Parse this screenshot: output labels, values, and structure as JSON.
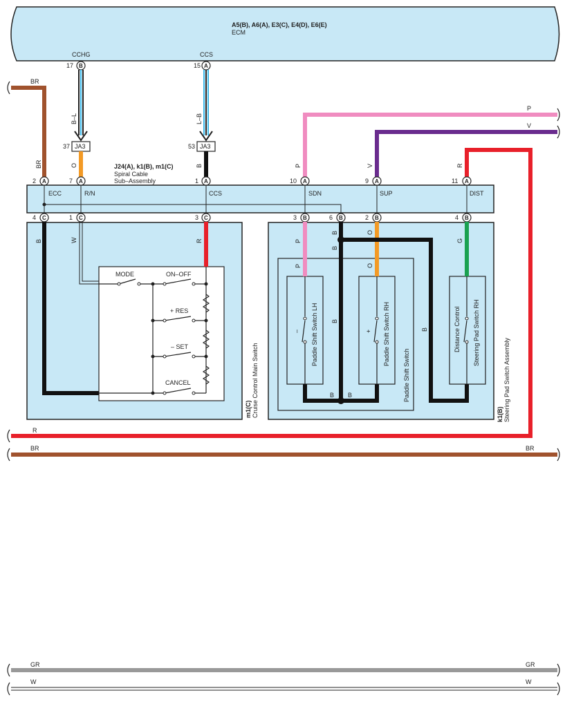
{
  "ecm": {
    "connectors": "A5(B), A6(A), E3(C), E4(D), E6(E)",
    "name": "ECM",
    "pin_cchg": {
      "label": "CCHG",
      "num": "17",
      "conn": "B",
      "wire": "B–L"
    },
    "pin_ccs": {
      "label": "CCS",
      "num": "15",
      "conn": "A",
      "wire": "L–B"
    }
  },
  "junction": {
    "id": "JA3",
    "left_num": "37",
    "right_num": "53"
  },
  "spiral": {
    "title": "J24(A), k1(B), m1(C)",
    "name_line1": "Spiral Cable",
    "name_line2": "Sub–Assembly",
    "top_pins": [
      {
        "num": "2",
        "conn": "A",
        "label": "ECC",
        "wire": "BR"
      },
      {
        "num": "7",
        "conn": "A",
        "label": "R/N",
        "wire": "O"
      },
      {
        "num": "1",
        "conn": "A",
        "label": "CCS",
        "wire": "B"
      },
      {
        "num": "10",
        "conn": "A",
        "label": "SDN",
        "wire": "P"
      },
      {
        "num": "9",
        "conn": "A",
        "label": "SUP",
        "wire": "V"
      },
      {
        "num": "11",
        "conn": "A",
        "label": "DIST",
        "wire": "R"
      }
    ],
    "bottom_pins": [
      {
        "num": "4",
        "conn": "C"
      },
      {
        "num": "1",
        "conn": "C"
      },
      {
        "num": "3",
        "conn": "C"
      },
      {
        "num": "3",
        "conn": "B"
      },
      {
        "num": "6",
        "conn": "B"
      },
      {
        "num": "2",
        "conn": "B"
      },
      {
        "num": "4",
        "conn": "B"
      }
    ]
  },
  "cruise_switch": {
    "id": "m1(C)",
    "name": "Cruise Control Main Switch",
    "wire_b": "B",
    "wire_w": "W",
    "wire_r": "R",
    "switches": [
      "MODE",
      "ON–OFF",
      "+ RES",
      "– SET",
      "CANCEL"
    ]
  },
  "pad_assembly": {
    "id": "k1(B)",
    "name": "Steering Pad Switch Assembly",
    "paddle_group": "Paddle Shift Switch",
    "lh": {
      "name": "Paddle Shift Switch LH",
      "sign": "–"
    },
    "rh": {
      "name": "Paddle Shift Switch RH",
      "sign": "+"
    },
    "dist": {
      "name1": "Distance Control",
      "name2": "Steering Pad Switch RH"
    },
    "wires": {
      "p": "P",
      "b": "B",
      "o": "O",
      "g": "G"
    }
  },
  "harness": {
    "br": "BR",
    "r": "R",
    "p": "P",
    "v": "V",
    "gr": "GR",
    "w": "W"
  },
  "colors": {
    "module_fill": "#c8e8f6",
    "brown": "#a0522d",
    "orange": "#f39a25",
    "pink": "#f08cc0",
    "violet": "#6a2c8e",
    "red": "#e8202a",
    "green": "#1aa150",
    "light_blue": "#3ab7e8",
    "gray": "#999999"
  }
}
